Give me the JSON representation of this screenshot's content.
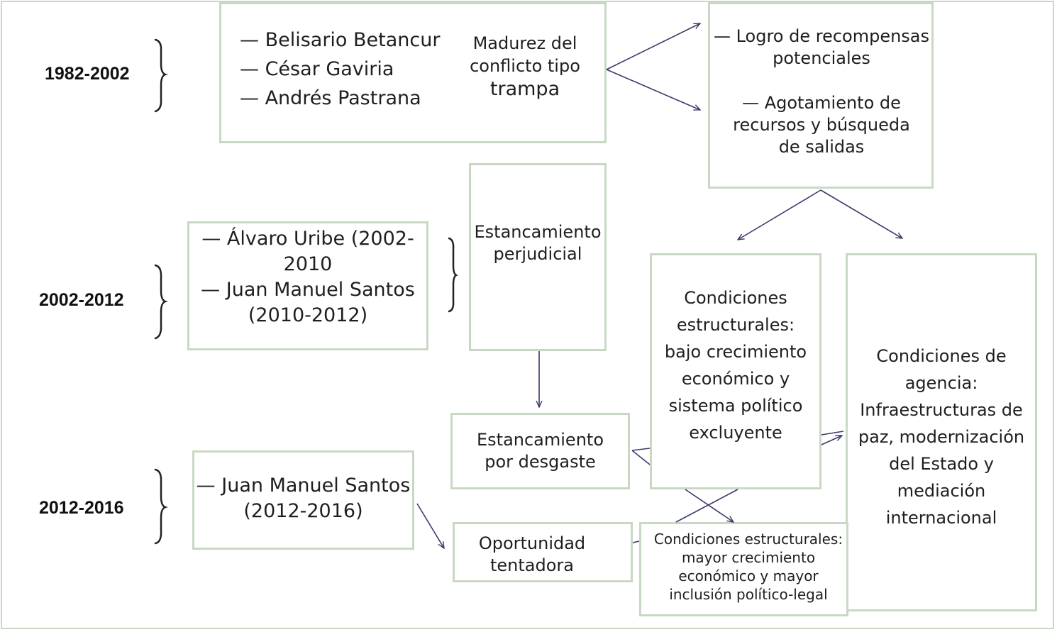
{
  "periods": {
    "p1": "1982-2002",
    "p2": "2002-2012",
    "p3": "2012-2016"
  },
  "box_presidents_1": {
    "l1": "— Belisario Betancur",
    "l2": "— César Gaviria",
    "l3": "— Andrés Pastrana"
  },
  "box_madurez": {
    "l1": "Madurez del",
    "l2": "conflicto tipo",
    "l3": "trampa"
  },
  "box_logro": {
    "l1": "— Logro de recompensas",
    "l2": "potenciales",
    "l3": "— Agotamiento de",
    "l4": "recursos y búsqueda",
    "l5": "de salidas"
  },
  "box_presidents_2": {
    "l1": "— Álvaro Uribe (2002-",
    "l2": "2010",
    "l3": "— Juan Manuel Santos",
    "l4": "(2010-2012)"
  },
  "box_perjudicial": {
    "l1": "Estancamiento",
    "l2": "perjudicial"
  },
  "box_cond_estructurales": {
    "l1": "Condiciones",
    "l2": "estructurales:",
    "l3": "bajo crecimiento",
    "l4": "económico y",
    "l5": "sistema político",
    "l6": "excluyente"
  },
  "box_cond_agencia": {
    "l1": "Condiciones de",
    "l2": "agencia:",
    "l3": "Infraestructuras de",
    "l4": "paz, modernización",
    "l5": "del Estado y",
    "l6": "mediación",
    "l7": "internacional"
  },
  "box_desgaste": {
    "l1": "Estancamiento",
    "l2": "por desgaste"
  },
  "box_presidents_3": {
    "l1": "— Juan Manuel Santos",
    "l2": "(2012-2016)"
  },
  "box_oportunidad": {
    "l1": "Oportunidad",
    "l2": "tentadora"
  },
  "box_cond_estructurales_2": {
    "l1": "Condiciones estructurales:",
    "l2": "mayor crecimiento",
    "l3": "económico y mayor",
    "l4": "inclusión político-legal"
  },
  "colors": {
    "box_border": "#c9d8c4",
    "arrow": "#3b3b6b",
    "text": "#1f1f1f"
  }
}
